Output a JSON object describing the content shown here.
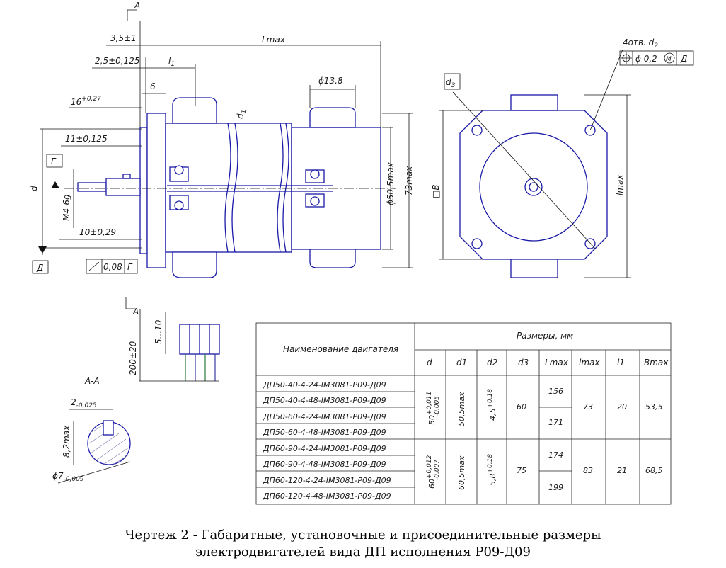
{
  "view_labels": {
    "a_top": "A",
    "a_lower": "A",
    "section": "A-A",
    "g_mark": "Г",
    "d_mark": "Д"
  },
  "dims": {
    "d35": "3,5±1",
    "d25": "2,5±0,125",
    "l1": "l",
    "l1_sub": "1",
    "lmax": "Lmax",
    "six": "6",
    "sixteen": "16",
    "sixteen_tol": "+0,27",
    "eleven": "11±0,125",
    "ten": "10±0,29",
    "d": "d",
    "m4": "M4-6g",
    "flatness_val": "0,08",
    "flatness_ref": "Г",
    "d1": "d",
    "d1_sub": "1",
    "phi138": "ϕ13,8",
    "phi505": "ϕ50,5max",
    "l73": "73max",
    "sq_b": "□B",
    "d3": "d",
    "d3_sub": "3",
    "holes": "4отв. d",
    "holes_sub": "2",
    "pos_tol": "ϕ 0,2",
    "pos_m": "M",
    "pos_ref": "Д",
    "lmax_right": "lmax",
    "wires_len": "200±20",
    "wires_strip": "5...10",
    "key_w": "2",
    "key_w_tol": "-0,025",
    "key_h": "8,2max",
    "shaft": "ϕ7",
    "shaft_tol": "-0,009"
  },
  "table": {
    "col_name": "Наименование двигателя",
    "col_group": "Размеры, мм",
    "cols": [
      "d",
      "d1",
      "d2",
      "d3",
      "Lmax",
      "lmax",
      "l1",
      "Bmax"
    ],
    "rows": [
      "ДП50-40-4-24-IM3081-Р09-Д09",
      "ДП50-40-4-48-IM3081-Р09-Д09",
      "ДП50-60-4-24-IM3081-Р09-Д09",
      "ДП50-60-4-48-IM3081-Р09-Д09",
      "ДП60-90-4-24-IM3081-Р09-Д09",
      "ДП60-90-4-48-IM3081-Р09-Д09",
      "ДП60-120-4-24-IM3081-Р09-Д09",
      "ДП60-120-4-48-IM3081-Р09-Д09"
    ],
    "g1": {
      "d": "50",
      "d_tol_up": "+0,011",
      "d_tol_lo": "-0,005",
      "d1": "50,5max",
      "d2": "4,5",
      "d2_tol": "+0,18",
      "d3": "60",
      "L1": "156",
      "L2": "171",
      "l": "73",
      "l1": "20",
      "B": "53,5"
    },
    "g2": {
      "d": "60",
      "d_tol_up": "+0,012",
      "d_tol_lo": "-0,007",
      "d1": "60,5max",
      "d2": "5,8",
      "d2_tol": "+0,18",
      "d3": "75",
      "L1": "174",
      "L2": "199",
      "l": "83",
      "l1": "21",
      "B": "68,5"
    }
  },
  "caption": {
    "line1": "Чертеж 2 - Габаритные, установочные и присоединительные размеры",
    "line2": "электродвигателей вида ДП исполнения Р09-Д09"
  }
}
